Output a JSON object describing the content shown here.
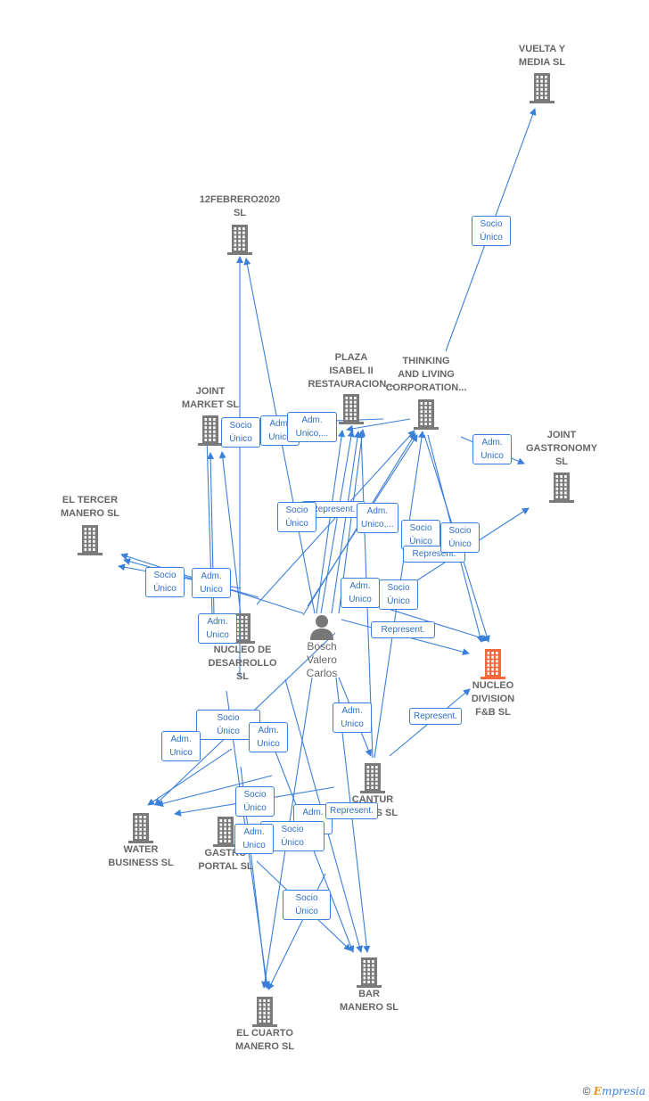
{
  "colors": {
    "edge": "#3a7fd9",
    "building": "#7a7a7a",
    "main_building": "#f26a3d",
    "person": "#777777"
  },
  "person": {
    "name": "Bosch\nValero\nCarlos",
    "icon": "person-icon"
  },
  "companies": [
    {
      "id": "vuelta",
      "label": "VUELTA Y\nMEDIA SL",
      "icon": "building-icon"
    },
    {
      "id": "doce",
      "label": "12FEBRERO2020\nSL",
      "icon": "building-icon"
    },
    {
      "id": "plaza",
      "label": "PLAZA\nISABEL II\nRESTAURACION...",
      "icon": "building-icon"
    },
    {
      "id": "thinking",
      "label": "THINKING\nAND LIVING\nCORPORATION...",
      "icon": "building-icon"
    },
    {
      "id": "jmarket",
      "label": "JOINT\nMARKET SL",
      "icon": "building-icon"
    },
    {
      "id": "jgastro",
      "label": "JOINT\nGASTRONOMY\nSL",
      "icon": "building-icon"
    },
    {
      "id": "tercer",
      "label": "EL TERCER\nMANERO SL",
      "icon": "building-icon"
    },
    {
      "id": "nucleo_des",
      "label": "NUCLEO DE\nDESARROLLO\nSL",
      "icon": "building-icon"
    },
    {
      "id": "nucleo_div",
      "label": "NUCLEO\nDIVISION\nF&B SL",
      "icon": "building-icon",
      "main": true
    },
    {
      "id": "cantur",
      "label": "CANTUR\nDORES SL",
      "icon": "building-icon"
    },
    {
      "id": "water",
      "label": "WATER\nBUSINESS SL",
      "icon": "building-icon"
    },
    {
      "id": "gastro",
      "label": "GASTRO\nPORTAL SL",
      "icon": "building-icon"
    },
    {
      "id": "bar",
      "label": "BAR\nMANERO SL",
      "icon": "building-icon"
    },
    {
      "id": "cuarto",
      "label": "EL CUARTO\nMANERO SL",
      "icon": "building-icon"
    }
  ],
  "relations": [
    {
      "id": "r1",
      "text": "Socio\nÚnico"
    },
    {
      "id": "r2",
      "text": "Adm.\nUnico"
    },
    {
      "id": "r3",
      "text": "Adm.\nUnico"
    },
    {
      "id": "r4",
      "text": "Socio\nÚnico"
    },
    {
      "id": "r5",
      "text": "Adm.\nUnico,..."
    },
    {
      "id": "r6",
      "text": "Represent."
    },
    {
      "id": "r7",
      "text": "Adm.\nUnico,..."
    },
    {
      "id": "r8",
      "text": "Socio\nÚnico"
    },
    {
      "id": "r9",
      "text": "Socio\nÚnico"
    },
    {
      "id": "r10",
      "text": "Represent."
    },
    {
      "id": "r11",
      "text": "Socio\nÚnico"
    },
    {
      "id": "r12",
      "text": "Adm.\nUnico"
    },
    {
      "id": "r13",
      "text": "Socio\nÚnico"
    },
    {
      "id": "r14",
      "text": "Adm.\nUnico"
    },
    {
      "id": "r15",
      "text": "Socio\nÚnico"
    },
    {
      "id": "r16",
      "text": "Represent."
    },
    {
      "id": "r17",
      "text": "Adm.\nUnico"
    },
    {
      "id": "r18",
      "text": "Adm.\nUnico"
    },
    {
      "id": "r19",
      "text": "Represent."
    },
    {
      "id": "r20",
      "text": "Socio\nÚnico"
    },
    {
      "id": "r21",
      "text": "Adm.\nUnico"
    },
    {
      "id": "r22",
      "text": "Adm.\nUnico"
    },
    {
      "id": "r23",
      "text": "Socio\nÚnico"
    },
    {
      "id": "r24",
      "text": "Adm.\nUnico"
    },
    {
      "id": "r25",
      "text": "Represent."
    },
    {
      "id": "r26",
      "text": "Socio\nÚnico"
    },
    {
      "id": "r27",
      "text": "Adm.\nUnico"
    },
    {
      "id": "r28",
      "text": "Socio\nÚnico"
    }
  ],
  "brand": {
    "copyright": "©",
    "first": "E",
    "rest": "mpresia"
  }
}
